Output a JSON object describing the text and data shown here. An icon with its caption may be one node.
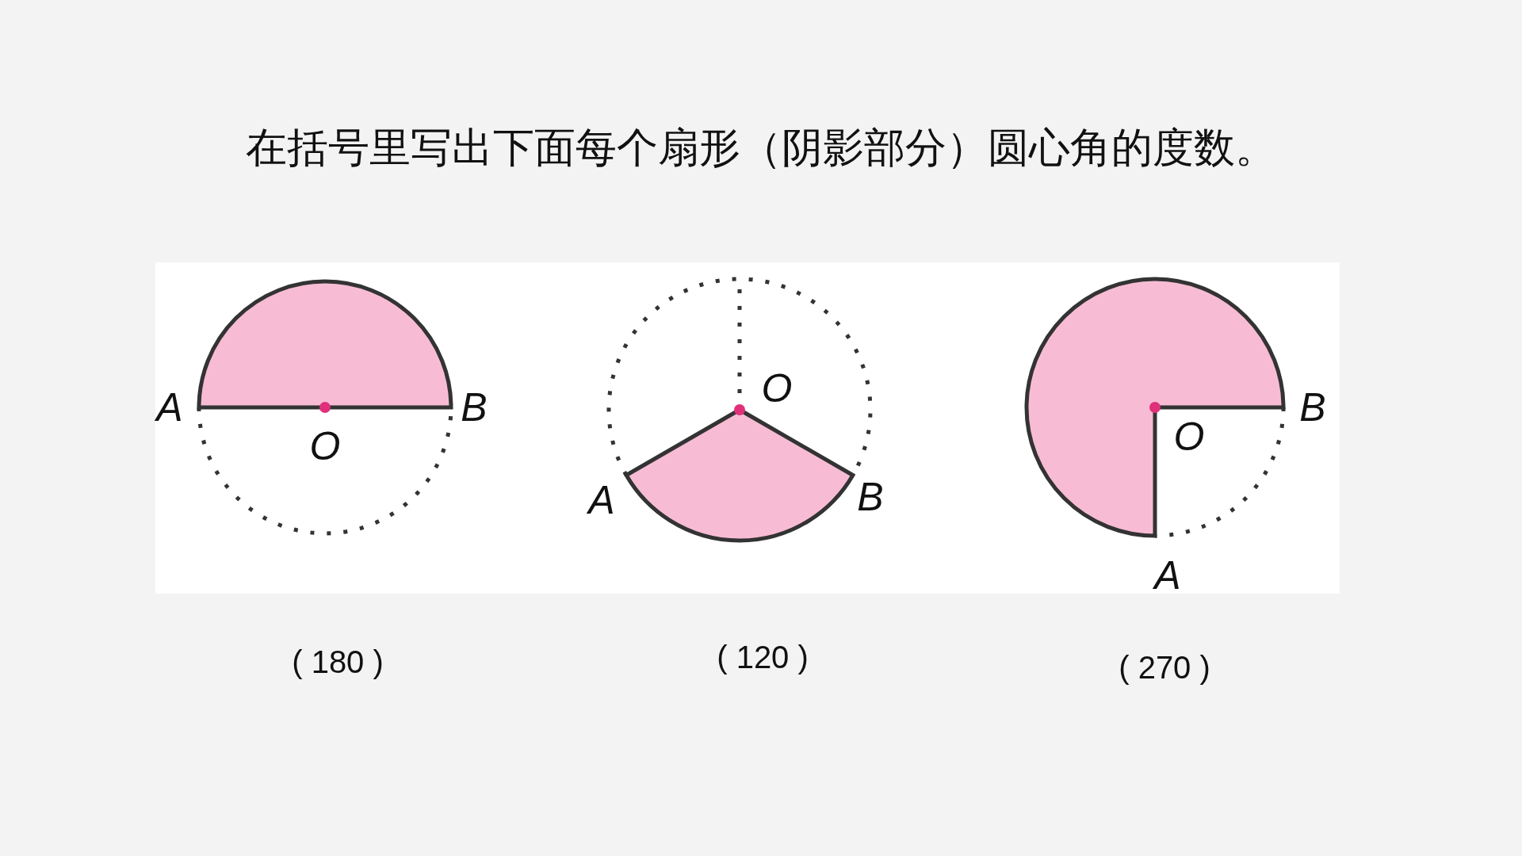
{
  "diagram": {
    "title": "在括号里写出下面每个扇形（阴影部分）圆心角的度数。",
    "labels": [
      "A",
      "B",
      "O",
      "O",
      "A",
      "B",
      "B",
      "O",
      "A",
      "( 180 )",
      "( 120 )",
      "( 270 )"
    ]
  }
}
